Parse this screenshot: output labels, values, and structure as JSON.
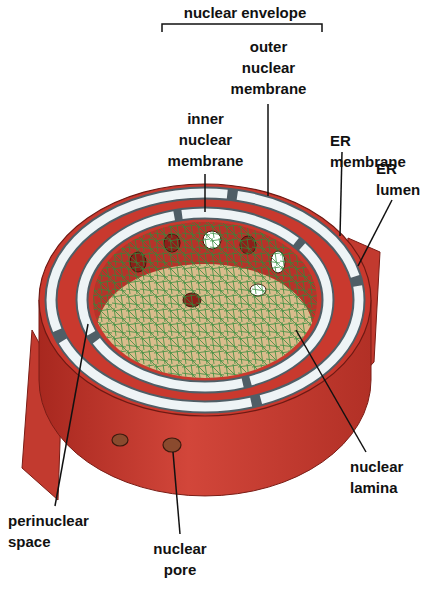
{
  "diagram": {
    "labels": [
      "nuclear envelope",
      "outer nuclear membrane",
      "inner nuclear membrane",
      "ER membrane",
      "ER lumen",
      "nuclear lamina",
      "perinuclear space",
      "nuclear pore"
    ]
  }
}
